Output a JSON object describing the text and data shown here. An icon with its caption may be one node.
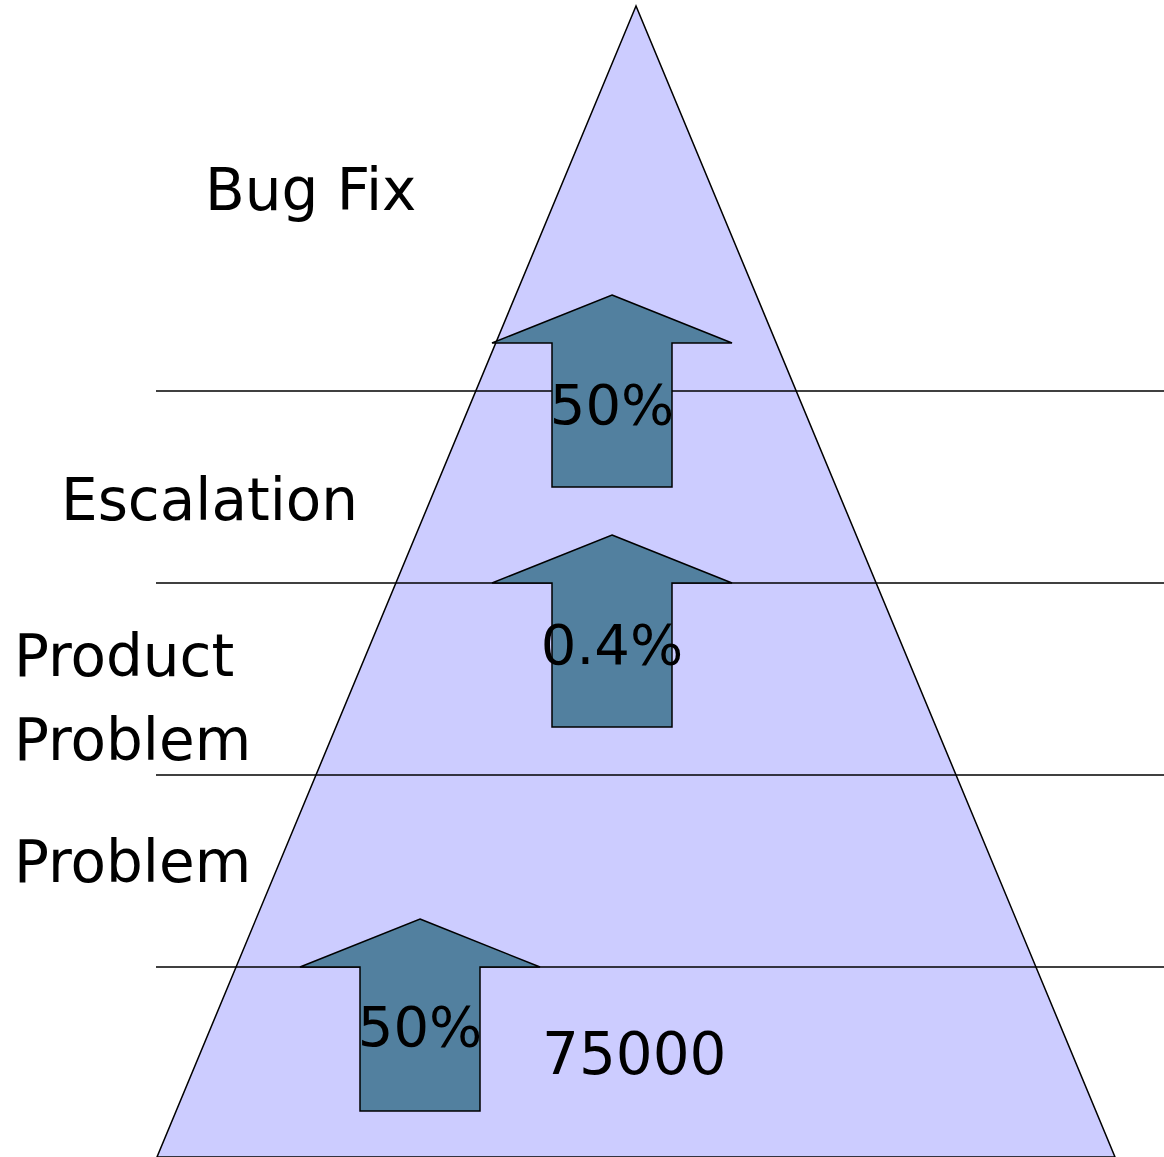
{
  "diagram": {
    "nodes": [
      {
        "text": [
          "50%"
        ]
      },
      {
        "text": [
          "0.4%"
        ]
      },
      {
        "text": [
          "50%"
        ]
      }
    ],
    "labels": [
      "Bug Fix",
      "Escalation",
      "Product Problem",
      "Problem",
      "75000"
    ]
  }
}
